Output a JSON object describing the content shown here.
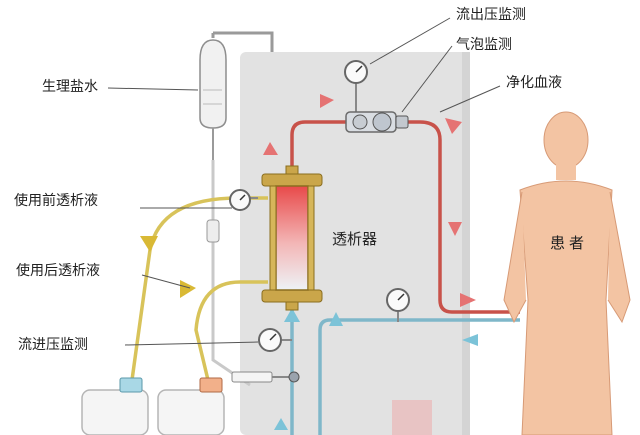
{
  "labels": {
    "saline": "生理盐水",
    "fresh_dialysate": "使用前透析液",
    "used_dialysate": "使用后透析液",
    "inflow_pressure": "流进压监测",
    "outflow_pressure": "流出压监测",
    "bubble_monitor": "气泡监测",
    "clean_blood": "净化血液",
    "dialyzer": "透析器",
    "patient": "患者"
  },
  "colors": {
    "arterial_line": "#c8524a",
    "venous_line": "#7fb7c9",
    "dialysate_line": "#d8c35a",
    "machine_panel": "#e2e2e2",
    "patient_skin": "#f3c4a3",
    "arrow_red": "#e57373",
    "arrow_blue": "#7cc3d8",
    "arrow_yellow": "#d9b935"
  },
  "icons": [
    "saline-bag-icon",
    "pressure-gauge-icon",
    "bubble-detector-icon",
    "dialyzer-cartridge-icon",
    "dialysate-jug-icon",
    "patient-silhouette-icon",
    "syringe-icon"
  ]
}
